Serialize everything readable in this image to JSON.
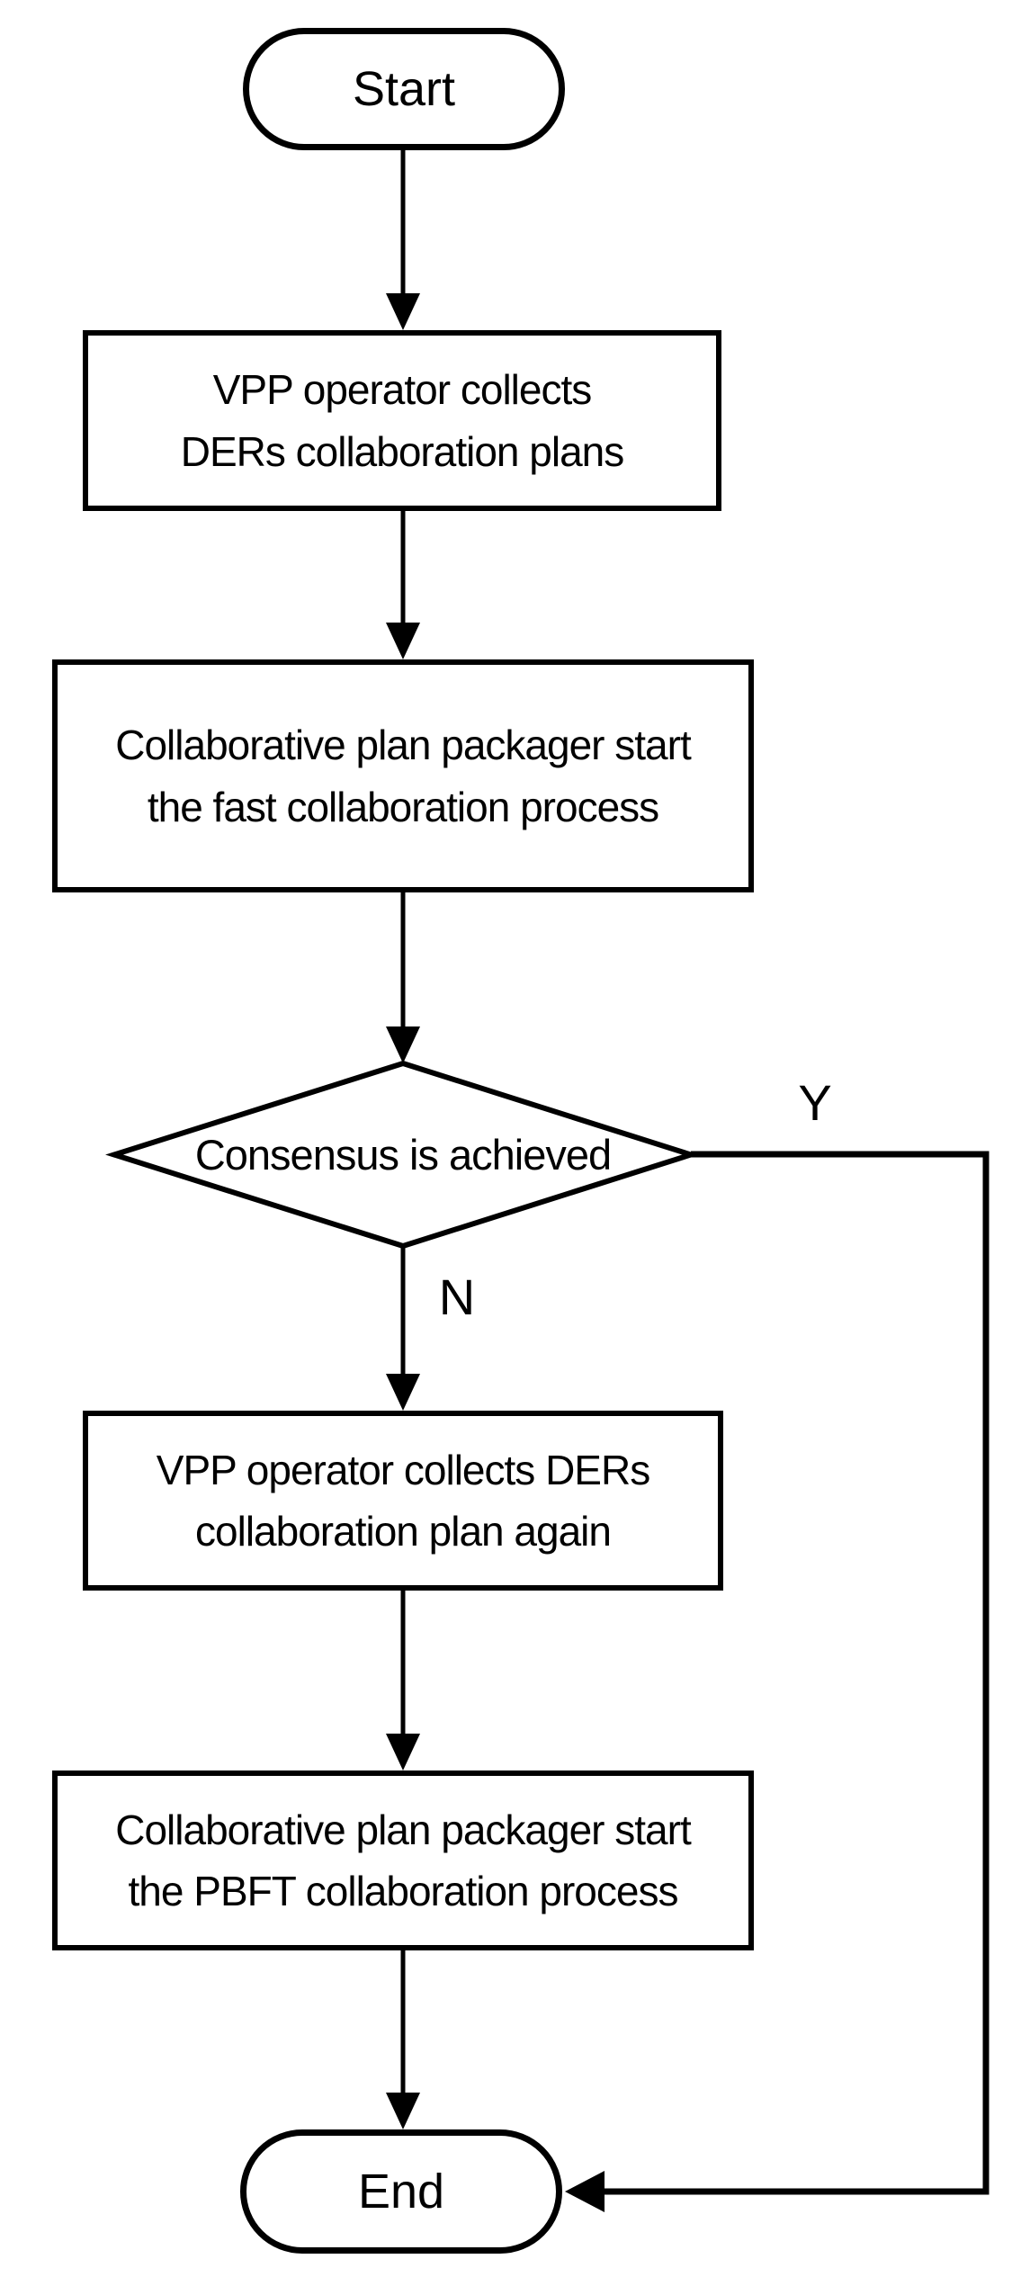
{
  "diagram": {
    "type": "flowchart",
    "colors": {
      "stroke": "#000000",
      "fill": "#ffffff",
      "text": "#000000"
    },
    "nodes": {
      "start": {
        "label": "Start"
      },
      "collect": {
        "line1": "VPP operator collects",
        "line2": "DERs collaboration plans"
      },
      "fast": {
        "line1": "Collaborative plan packager start",
        "line2": "the fast collaboration process"
      },
      "decision": {
        "label": "Consensus is achieved"
      },
      "collect_again": {
        "line1": "VPP operator collects DERs",
        "line2": "collaboration plan again"
      },
      "pbft": {
        "line1": "Collaborative plan packager start",
        "line2": "the PBFT collaboration process"
      },
      "end": {
        "label": "End"
      }
    },
    "branch_labels": {
      "yes": "Y",
      "no": "N"
    }
  }
}
